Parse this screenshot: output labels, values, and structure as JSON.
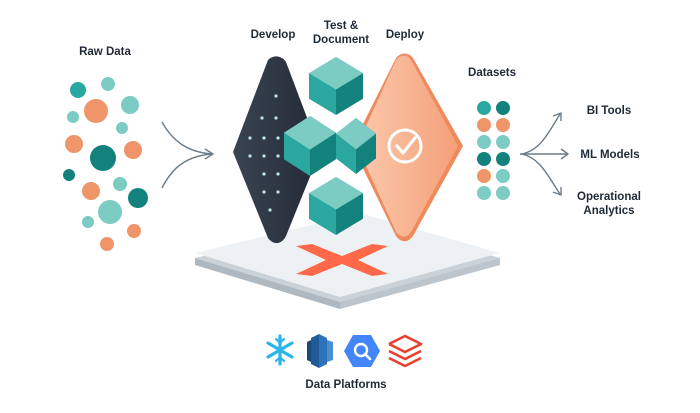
{
  "labels": {
    "raw_data": "Raw Data",
    "develop": "Develop",
    "test_line1": "Test &",
    "test_line2": "Document",
    "deploy": "Deploy",
    "datasets": "Datasets",
    "bi_tools": "BI Tools",
    "ml_models": "ML Models",
    "operational_line1": "Operational",
    "operational_line2": "Analytics",
    "data_platforms": "Data Platforms"
  },
  "colors": {
    "navy": "#2b3441",
    "teal": "#2aa8a0",
    "teal_dark": "#13827d",
    "teal_light": "#7dccc4",
    "orange": "#f0946a",
    "orange_light": "#f8bc9d",
    "dbt_orange": "#ff694a",
    "arrow": "#5f7280",
    "snowflake": "#29b5e8",
    "redshift": "#205b98",
    "bigquery": "#4386fa",
    "databricks": "#e8412f"
  },
  "icons": {
    "deploy_badge": "check-circle-icon",
    "platform_logo": "dbt-logo",
    "platforms": [
      "snowflake-icon",
      "redshift-icon",
      "bigquery-icon",
      "databricks-icon"
    ]
  }
}
